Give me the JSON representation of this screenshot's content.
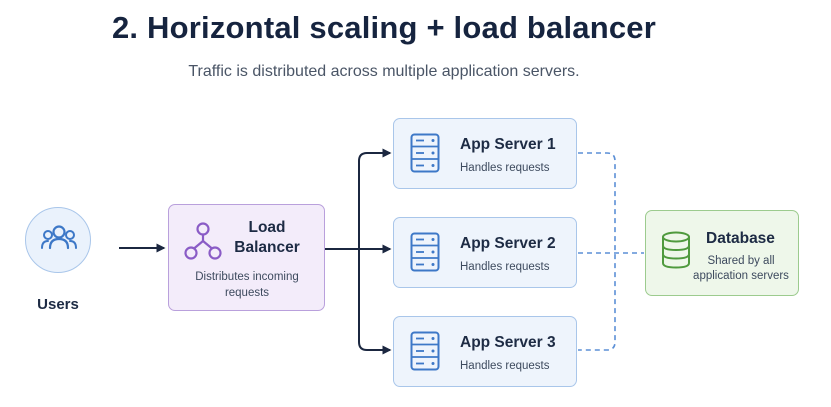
{
  "title": "2. Horizontal scaling + load balancer",
  "subtitle": "Traffic is distributed across multiple application servers.",
  "users": {
    "label": "Users",
    "icon": "users-icon"
  },
  "load_balancer": {
    "title_line1": "Load",
    "title_line2": "Balancer",
    "desc_line1": "Distributes incoming",
    "desc_line2": "requests",
    "icon": "load-balancer-icon"
  },
  "servers": [
    {
      "title": "App Server 1",
      "desc": "Handles requests",
      "icon": "server-icon"
    },
    {
      "title": "App Server 2",
      "desc": "Handles requests",
      "icon": "server-icon"
    },
    {
      "title": "App Server 3",
      "desc": "Handles requests",
      "icon": "server-icon"
    }
  ],
  "database": {
    "title": "Database",
    "desc_line1": "Shared by all",
    "desc_line2": "application servers",
    "icon": "database-icon"
  },
  "colors": {
    "title": "#16243f",
    "arrow": "#1b2740",
    "dashed_link": "#5b8fd6",
    "users_fill": "#eaf2fc",
    "lb_fill": "#f3ecfa",
    "lb_accent": "#8a5cc6",
    "server_fill": "#eef4fc",
    "server_accent": "#3d78c7",
    "db_fill": "#eef7ea",
    "db_accent": "#4f9a3e"
  }
}
